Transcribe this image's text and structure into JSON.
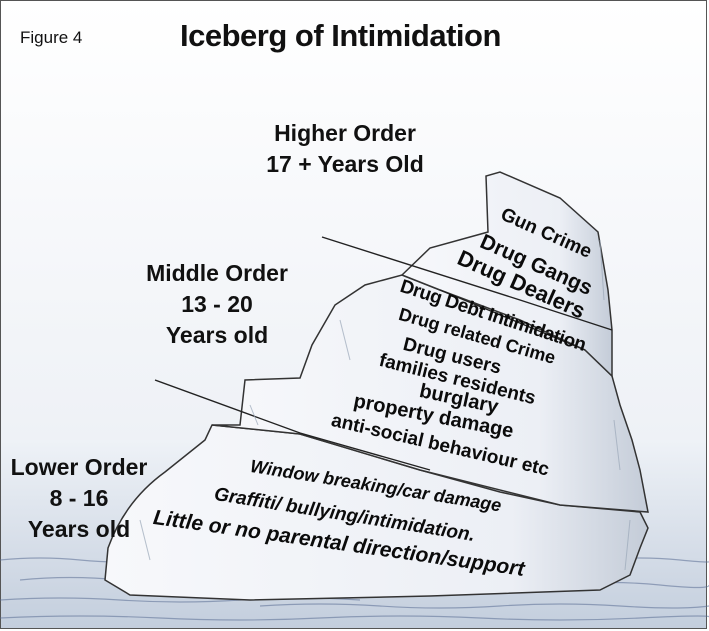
{
  "figure_label": "Figure 4",
  "title": "Iceberg of Intimidation",
  "orders": {
    "higher": [
      "Higher Order",
      "17 + Years Old"
    ],
    "middle": [
      "Middle Order",
      "13 - 20",
      "Years old"
    ],
    "lower": [
      "Lower Order",
      "8 - 16",
      "Years old"
    ]
  },
  "tiers": {
    "top": [
      "Gun Crime",
      "Drug Gangs",
      "Drug Dealers"
    ],
    "middle": [
      "Drug Debt Intimidation",
      "Drug related Crime",
      "Drug users",
      "families residents",
      "burglary",
      "property damage",
      "anti-social behaviour etc"
    ],
    "base": [
      "Window breaking/car damage",
      "Graffiti/ bullying/intimidation.",
      "Little or no parental direction/support"
    ]
  },
  "colors": {
    "ice": "#f4f6fa",
    "ice_shadow": "#c9d2de",
    "water": "#d7dfea",
    "water_dark": "#5b6e94",
    "outline": "#333333"
  }
}
